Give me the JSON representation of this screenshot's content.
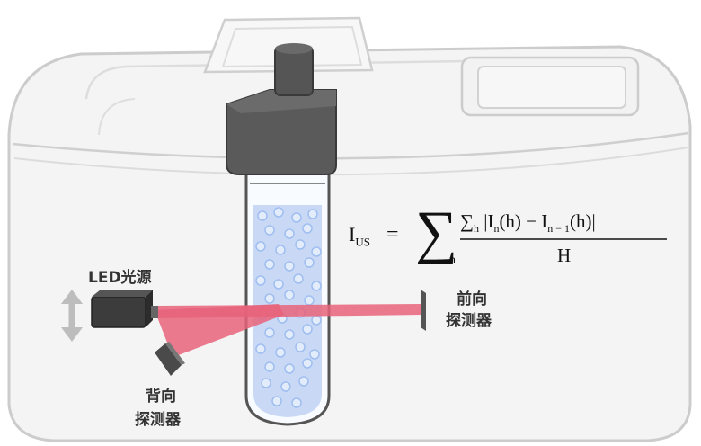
{
  "labels": {
    "led": "LED光源",
    "forward_line1": "前向",
    "forward_line2": "探测器",
    "back_line1": "背向",
    "back_line2": "探测器"
  },
  "formula": {
    "lhs": "I",
    "lhs_sub": "US",
    "equals": "=",
    "sum_symbol": "∑",
    "sum_index": "n",
    "numerator_sum": "∑",
    "numerator_sum_sub": "h",
    "numerator_abs_open": "|I",
    "numerator_n_sub": "n",
    "numerator_mid": "(h) − I",
    "numerator_n1_sub": "n − 1",
    "numerator_end": "(h)|",
    "denominator": "H"
  },
  "colors": {
    "device_outline": "#cfcfcf",
    "device_fill": "#f2f2f2",
    "cap_fill": "#5a5a5a",
    "tube_liquid": "#c9d9f5",
    "bubble": "#9fbef0",
    "beam": "#e8637a",
    "detector": "#555555",
    "arrow": "#bdbdbd"
  }
}
